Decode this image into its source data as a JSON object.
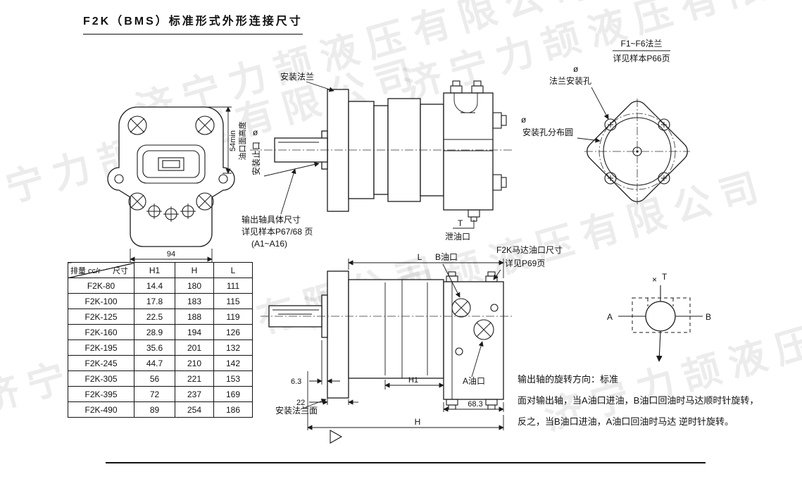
{
  "page": {
    "title": "F2K（BMS）标准形式外形连接尺寸",
    "watermark": "济宁力颉液压有限公司"
  },
  "front_view": {
    "dim_width": "94",
    "dim_height": "54min",
    "dim_height_label": "油口面高度"
  },
  "side_view": {
    "mount_flange": "安装法兰",
    "phi": "ø",
    "pilot": "安装止口",
    "shaft_note_1": "输出轴具体尺寸",
    "shaft_note_2": "详见样本P67/68 页",
    "shaft_note_3": "(A1~A16)",
    "t_port": "T",
    "drain_port": "泄油口"
  },
  "flange_view": {
    "title": "F1~F6法兰",
    "subtitle": "详见样本P66页",
    "phi1": "ø",
    "mount_hole": "法兰安装孔",
    "phi2": "ø",
    "bolt_circle": "安装孔分布圆"
  },
  "bottom_view": {
    "dim_L": "L",
    "port_B": "B油口",
    "port_note_1": "F2K马达油口尺寸",
    "port_note_2": "详见P69页",
    "dim_63": "6.3",
    "dim_H1": "H1",
    "dim_22": "22",
    "dim_683": "68.3",
    "dim_H": "H",
    "flange_face": "安装法兰面",
    "port_A": "A油口"
  },
  "schematic": {
    "cross": "×",
    "port_T": "T",
    "port_A": "A",
    "port_B": "B"
  },
  "rotation_note": {
    "line1": "输出轴的旋转方向：标准",
    "line2": "面对输出轴，当A油口进油，B油口回油时马达顺时针旋转，",
    "line3": "反之，当B油口进油，A油口回油时马达 逆时针旋转。"
  },
  "table": {
    "header_corner_top": "尺寸",
    "header_corner_bottom": "排量 cc/r",
    "col_h1": "H1",
    "col_h": "H",
    "col_l": "L",
    "rows": [
      {
        "model": "F2K-80",
        "h1": "14.4",
        "h": "180",
        "l": "111"
      },
      {
        "model": "F2K-100",
        "h1": "17.8",
        "h": "183",
        "l": "115"
      },
      {
        "model": "F2K-125",
        "h1": "22.5",
        "h": "188",
        "l": "119"
      },
      {
        "model": "F2K-160",
        "h1": "28.9",
        "h": "194",
        "l": "126"
      },
      {
        "model": "F2K-195",
        "h1": "35.6",
        "h": "201",
        "l": "132"
      },
      {
        "model": "F2K-245",
        "h1": "44.7",
        "h": "210",
        "l": "142"
      },
      {
        "model": "F2K-305",
        "h1": "56",
        "h": "221",
        "l": "153"
      },
      {
        "model": "F2K-395",
        "h1": "72",
        "h": "237",
        "l": "169"
      },
      {
        "model": "F2K-490",
        "h1": "89",
        "h": "254",
        "l": "186"
      }
    ]
  }
}
